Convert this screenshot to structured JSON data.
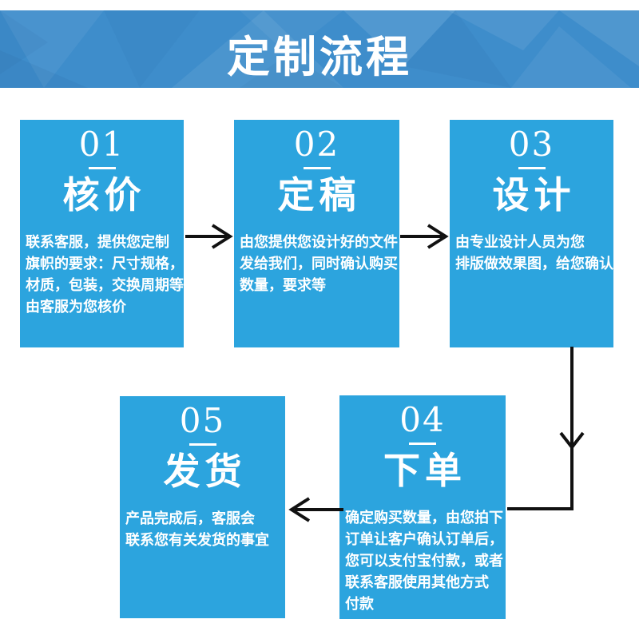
{
  "header": {
    "title": "定制流程"
  },
  "colors": {
    "banner_blue": "#3E8DCB",
    "box_blue": "#2CA4DE",
    "arrow_black": "#111111",
    "text_white": "#FFFFFF"
  },
  "steps": [
    {
      "number": "01",
      "title": "核价",
      "body_lines": [
        " 联系客服，提供您定制",
        "旗帜的要求：尺寸规格，",
        "材质，包装，交换周期等",
        "由客服为您核价"
      ]
    },
    {
      "number": "02",
      "title": "定稿",
      "body_lines": [
        "由您提供您设计好的文件",
        "发给我们，同时确认购买",
        "数量，要求等"
      ]
    },
    {
      "number": "03",
      "title": "设计",
      "body_lines": [
        "由专业设计人员为您",
        "排版做效果图，给您确认"
      ]
    },
    {
      "number": "04",
      "title": "下单",
      "body_lines": [
        "确定购买数量，由您拍下",
        "订单让客户确认订单后，",
        "您可以支付宝付款，或者",
        "联系客服使用其他方式",
        "付款"
      ]
    },
    {
      "number": "05",
      "title": "发货",
      "body_lines": [
        "产品完成后，客服会",
        "联系您有关发货的事宜"
      ]
    }
  ],
  "arrows": [
    {
      "name": "arrow-step1-to-step2",
      "direction": "right"
    },
    {
      "name": "arrow-step2-to-step3",
      "direction": "right"
    },
    {
      "name": "arrow-step3-to-step4",
      "direction": "down-then-left"
    },
    {
      "name": "arrow-step4-to-step5",
      "direction": "left"
    }
  ]
}
